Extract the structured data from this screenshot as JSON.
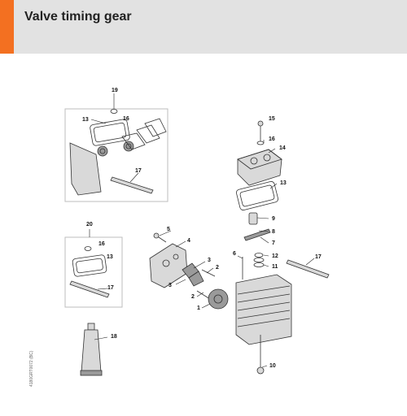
{
  "header": {
    "title": "Valve timing gear",
    "accent_color": "#f37021",
    "background": "#e2e2e2"
  },
  "footer": {
    "code": "4180GRT0072",
    "variant": "(BC)"
  },
  "callouts": [
    "19",
    "16",
    "13",
    "17",
    "20",
    "16",
    "13",
    "17",
    "18",
    "15",
    "16",
    "14",
    "13",
    "9",
    "8",
    "7",
    "12",
    "11",
    "17",
    "6",
    "5",
    "4",
    "3",
    "2",
    "3",
    "2",
    "1",
    "10"
  ]
}
